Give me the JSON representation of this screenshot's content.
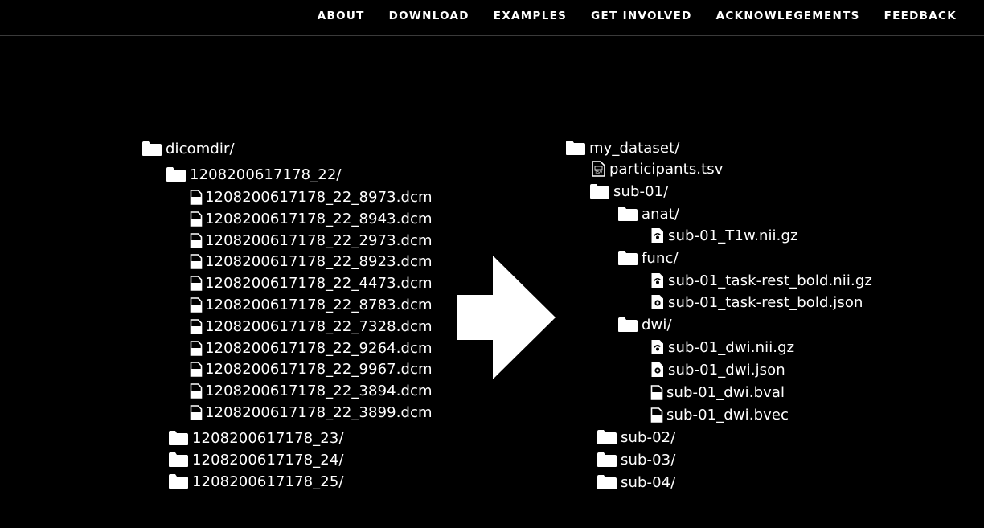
{
  "nav": {
    "items": [
      "ABOUT",
      "DOWNLOAD",
      "EXAMPLES",
      "GET INVOLVED",
      "ACKNOWLEGEMENTS",
      "FEEDBACK"
    ]
  },
  "source_tree": {
    "root": "dicomdir/",
    "folder_22": "1208200617178_22/",
    "files_22": [
      "1208200617178_22_8973.dcm",
      "1208200617178_22_8943.dcm",
      "1208200617178_22_2973.dcm",
      "1208200617178_22_8923.dcm",
      "1208200617178_22_4473.dcm",
      "1208200617178_22_8783.dcm",
      "1208200617178_22_7328.dcm",
      "1208200617178_22_9264.dcm",
      "1208200617178_22_9967.dcm",
      "1208200617178_22_3894.dcm",
      "1208200617178_22_3899.dcm"
    ],
    "other_folders": [
      "1208200617178_23/",
      "1208200617178_24/",
      "1208200617178_25/"
    ]
  },
  "target_tree": {
    "root": "my_dataset/",
    "participants": "participants.tsv",
    "sub01": "sub-01/",
    "anat": "anat/",
    "anat_file": "sub-01_T1w.nii.gz",
    "func": "func/",
    "func_files": [
      "sub-01_task-rest_bold.nii.gz",
      "sub-01_task-rest_bold.json"
    ],
    "dwi": "dwi/",
    "dwi_files": [
      "sub-01_dwi.nii.gz",
      "sub-01_dwi.json",
      "sub-01_dwi.bval",
      "sub-01_dwi.bvec"
    ],
    "other_subjects": [
      "sub-02/",
      "sub-03/",
      "sub-04/"
    ]
  },
  "icons": {
    "folder": "folder-icon",
    "file": "file-icon",
    "tsv": "tsv-file-icon",
    "nifti": "nifti-file-icon",
    "json": "json-file-icon",
    "arrow": "arrow-right-icon"
  },
  "colors": {
    "background": "#000000",
    "text": "#ffffff",
    "divider": "#3a3a3a"
  }
}
